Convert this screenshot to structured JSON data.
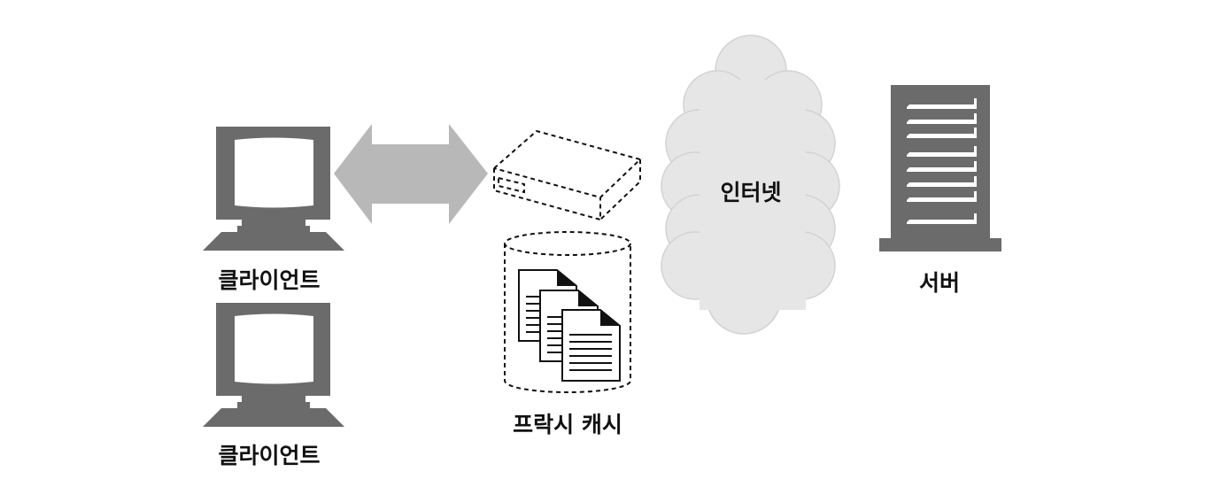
{
  "labels": {
    "client_1": "클라이언트",
    "client_2": "클라이언트",
    "proxy_cache": "프락시 캐시",
    "internet": "인터넷",
    "server": "서버"
  },
  "colors": {
    "device": "#6b6b6b",
    "arrow": "#b8b8b8",
    "cloud": "#e6e6e6"
  },
  "icons": [
    "monitor-icon",
    "double-arrow-icon",
    "proxy-box-icon",
    "cache-cylinder-icon",
    "document-icon",
    "cloud-icon",
    "server-icon"
  ]
}
